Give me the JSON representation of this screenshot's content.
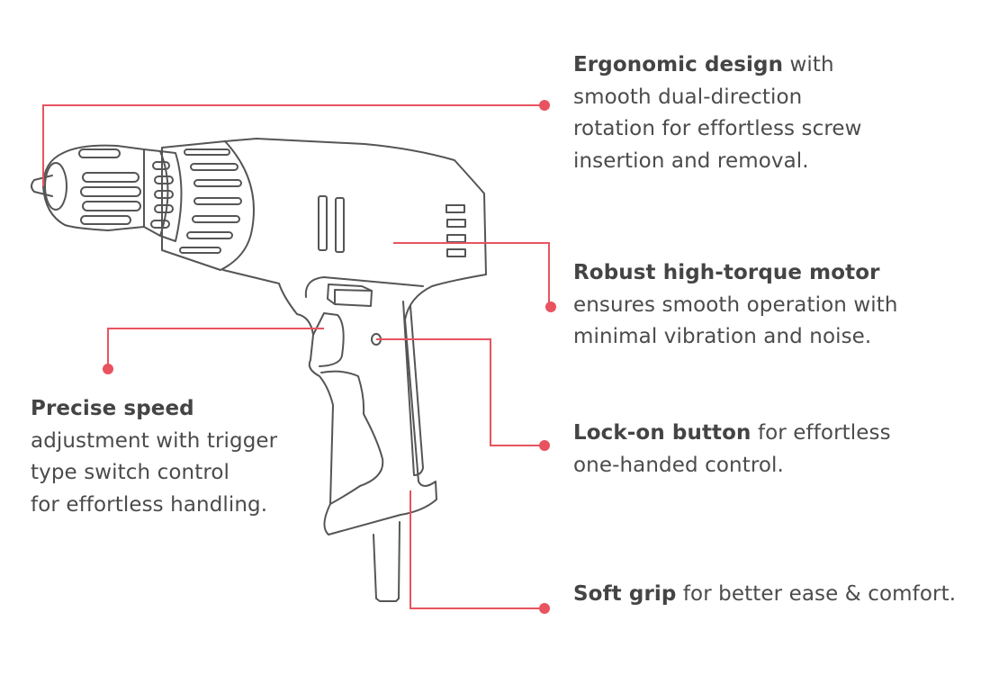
{
  "colors": {
    "accent": "#e8535f",
    "outline": "#555555",
    "text": "#4b4b4b"
  },
  "callouts": {
    "ergonomic": {
      "bold": "Ergonomic design",
      "rest": " with",
      "lines": [
        "smooth dual-direction",
        "rotation for effortless screw",
        "insertion and removal."
      ]
    },
    "motor": {
      "bold": "Robust high-torque motor",
      "lines": [
        "ensures smooth operation with",
        "minimal vibration and noise."
      ]
    },
    "speed": {
      "bold": "Precise speed",
      "lines": [
        "adjustment with trigger",
        "type switch control",
        "for effortless handling."
      ]
    },
    "lock": {
      "bold": "Lock-on button",
      "rest": " for effortless",
      "lines": [
        "one-handed control."
      ]
    },
    "grip": {
      "bold": "Soft grip",
      "rest": " for better ease & comfort."
    }
  }
}
